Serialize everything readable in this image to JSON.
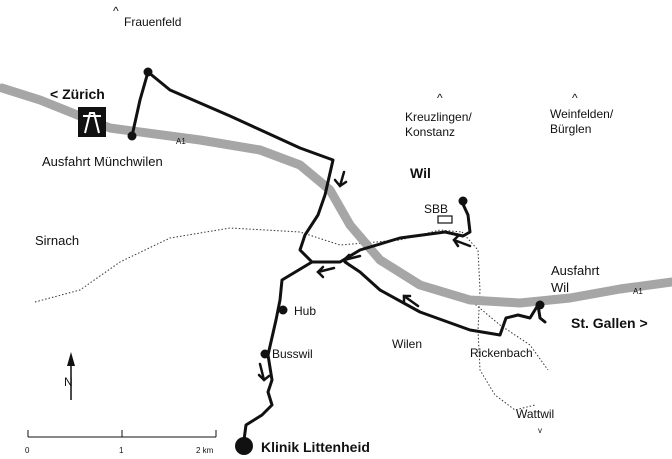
{
  "labels": {
    "frauenfeld": "Frauenfeld",
    "zuerich": "< Zürich",
    "a1_west": "A1",
    "ausfahrt_muenchwilen": "Ausfahrt Münchwilen",
    "kreuzlingen_1": "Kreuzlingen/",
    "kreuzlingen_2": "Konstanz",
    "weinfelden_1": "Weinfelden/",
    "weinfelden_2": "Bürglen",
    "wil": "Wil",
    "sbb": "SBB",
    "sirnach": "Sirnach",
    "ausfahrt_wil_1": "Ausfahrt",
    "ausfahrt_wil_2": "Wil",
    "a1_east": "A1",
    "st_gallen": "St. Gallen >",
    "hub": "Hub",
    "busswil": "Busswil",
    "wilen": "Wilen",
    "rickenbach": "Rickenbach",
    "wattwil": "Wattwil",
    "north": "N",
    "destination": "Klinik Littenheid"
  },
  "scale": {
    "start": "0",
    "mid": "1",
    "end": "2 km"
  },
  "colors": {
    "highway": "#a6a6a6",
    "route": "#111111",
    "road": "#6a6a6a"
  },
  "icons": {
    "motorway": "motorway-sign-icon",
    "north": "north-arrow-icon"
  }
}
